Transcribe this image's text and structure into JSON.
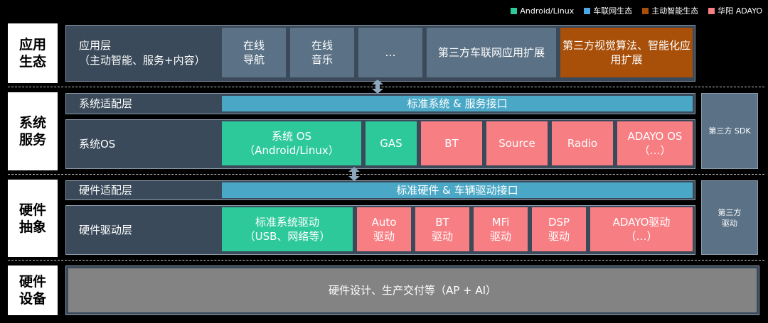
{
  "legend": [
    {
      "label": "Android/Linux",
      "color": "#2ec99a"
    },
    {
      "label": "车联网生态",
      "color": "#4aa8e6"
    },
    {
      "label": "主动智能生态",
      "color": "#a84f0a"
    },
    {
      "label": "华阳 ADAYO",
      "color": "#f77e83"
    }
  ],
  "layers": {
    "app": {
      "side": "应用\n生态",
      "label": "应用层\n（主动智能、服务+内容）",
      "boxes": [
        "在线\n导航",
        "在线\n音乐",
        "…",
        "第三方车联网应用扩展",
        "第三方视觉算法、智能化应用扩展"
      ]
    },
    "system": {
      "side": "系统\n服务",
      "adapter_label": "系统适配层",
      "adapter_bar": "标准系统 & 服务接口",
      "os_label": "系统OS",
      "boxes": [
        "系统 OS\n（Android/Linux）",
        "GAS",
        "BT",
        "Source",
        "Radio",
        "ADAYO OS\n（…）"
      ],
      "sdk": "第三方 SDK"
    },
    "hardware_abstraction": {
      "side": "硬件\n抽象",
      "adapter_label": "硬件适配层",
      "adapter_bar": "标准硬件 & 车辆驱动接口",
      "driver_label": "硬件驱动层",
      "boxes": [
        "标准系统驱动\n（USB、网络等）",
        "Auto\n驱动",
        "BT\n驱动",
        "MFi\n驱动",
        "DSP\n驱动",
        "ADAYO驱动\n（…）"
      ],
      "sdk": "第三方\n驱动"
    },
    "hardware": {
      "side": "硬件\n设备",
      "bar": "硬件设计、生产交付等（AP + AI）"
    }
  }
}
